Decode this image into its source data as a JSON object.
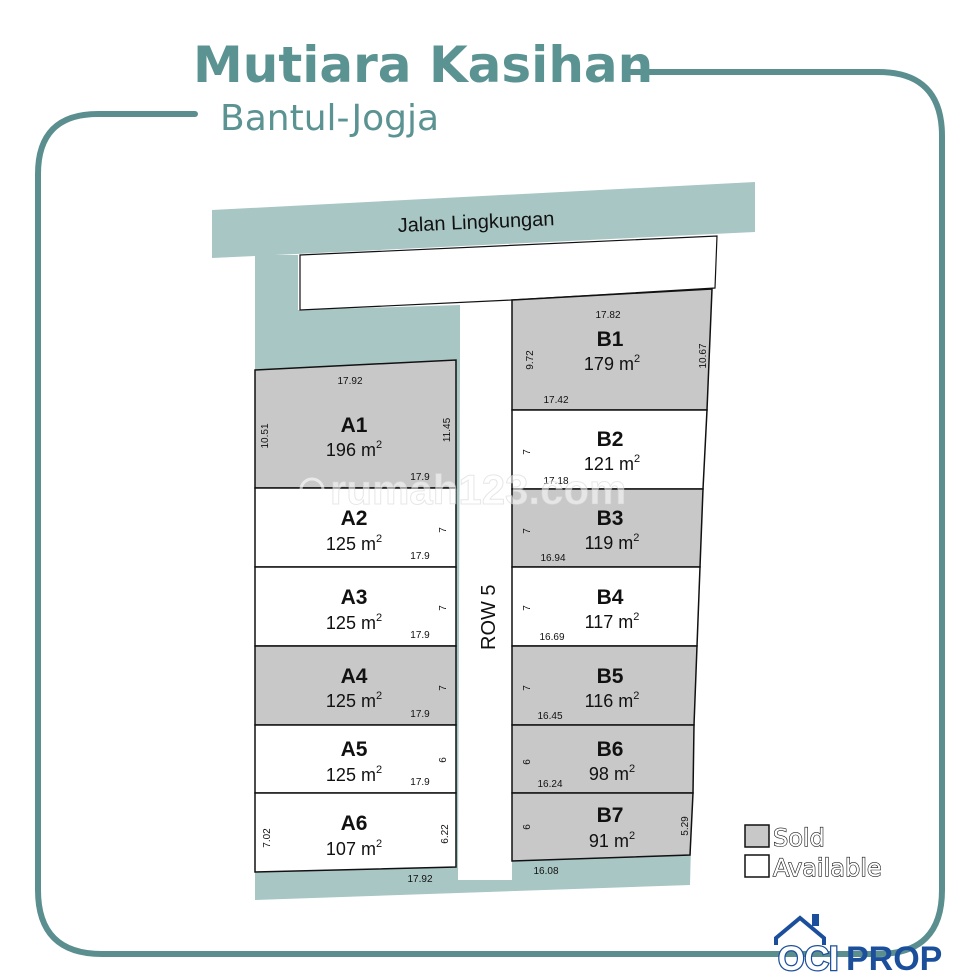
{
  "header": {
    "title": "Mutiara Kasihan",
    "subtitle": "Bantul-Jogja"
  },
  "roads": {
    "main_road": "Jalan Lingkungan",
    "row_road": "ROW 5"
  },
  "colors": {
    "frame": "#5b8f8f",
    "road": "#a8c6c4",
    "sold": "#c8c8c8",
    "available": "#ffffff",
    "outline": "#111111",
    "brand": "#1b4f9c"
  },
  "plots": [
    {
      "id": "A1",
      "area": "196 m",
      "status": "sold",
      "dims": [
        "17.92",
        "10.51",
        "11.45",
        "17.9"
      ]
    },
    {
      "id": "A2",
      "area": "125 m",
      "status": "available",
      "dims": [
        "7",
        "17.9"
      ]
    },
    {
      "id": "A3",
      "area": "125 m",
      "status": "available",
      "dims": [
        "7",
        "17.9"
      ]
    },
    {
      "id": "A4",
      "area": "125 m",
      "status": "sold",
      "dims": [
        "7",
        "17.9"
      ]
    },
    {
      "id": "A5",
      "area": "125 m",
      "status": "available",
      "dims": [
        "6",
        "17.9"
      ]
    },
    {
      "id": "A6",
      "area": "107 m",
      "status": "available",
      "dims": [
        "7.02",
        "6.22",
        "17.92"
      ]
    },
    {
      "id": "B1",
      "area": "179 m",
      "status": "sold",
      "dims": [
        "17.82",
        "9.72",
        "10.67",
        "17.42"
      ]
    },
    {
      "id": "B2",
      "area": "121 m",
      "status": "available",
      "dims": [
        "7",
        "17.18"
      ]
    },
    {
      "id": "B3",
      "area": "119 m",
      "status": "sold",
      "dims": [
        "7",
        "16.94"
      ]
    },
    {
      "id": "B4",
      "area": "117 m",
      "status": "available",
      "dims": [
        "7",
        "16.69"
      ]
    },
    {
      "id": "B5",
      "area": "116 m",
      "status": "sold",
      "dims": [
        "7",
        "16.45"
      ]
    },
    {
      "id": "B6",
      "area": "98 m",
      "status": "sold",
      "dims": [
        "6",
        "16.24"
      ]
    },
    {
      "id": "B7",
      "area": "91 m",
      "status": "sold",
      "dims": [
        "6",
        "5.29",
        "16.08"
      ]
    }
  ],
  "area_exponent": "2",
  "legend": {
    "sold": "Sold",
    "available": "Available"
  },
  "watermark": "rumah123.com",
  "brand": {
    "prefix": "OCI",
    "suffix": "PROP"
  }
}
